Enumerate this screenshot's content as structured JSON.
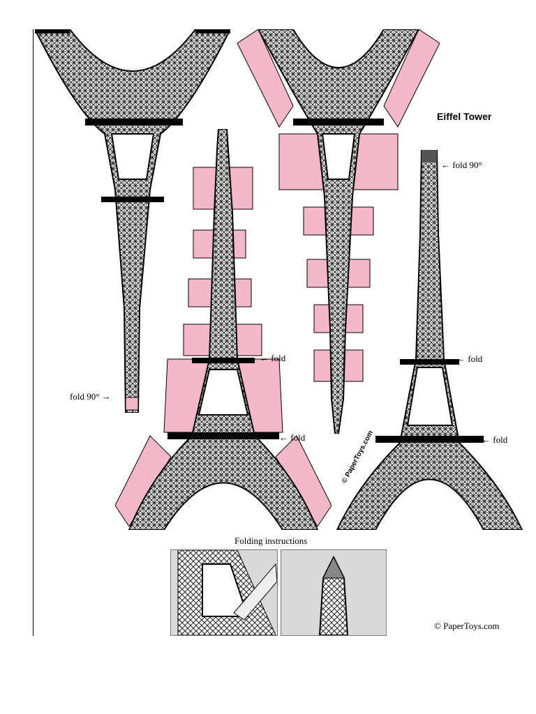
{
  "title": "Eiffel Tower",
  "labels": {
    "fold_90_top": "fold 90°",
    "fold_90_left": "fold 90°",
    "fold_mid_center": "fold",
    "fold_low_center": "fold",
    "fold_mid_right": "fold",
    "fold_low_right": "fold"
  },
  "folding_instructions": "Folding instructions",
  "copyright": "© PaperToys.com",
  "watermark": "© PaperToys.com",
  "colors": {
    "tab_pink": "#f5b8c8",
    "lattice": "#222222",
    "panel_bg": "#d9d9d9"
  }
}
